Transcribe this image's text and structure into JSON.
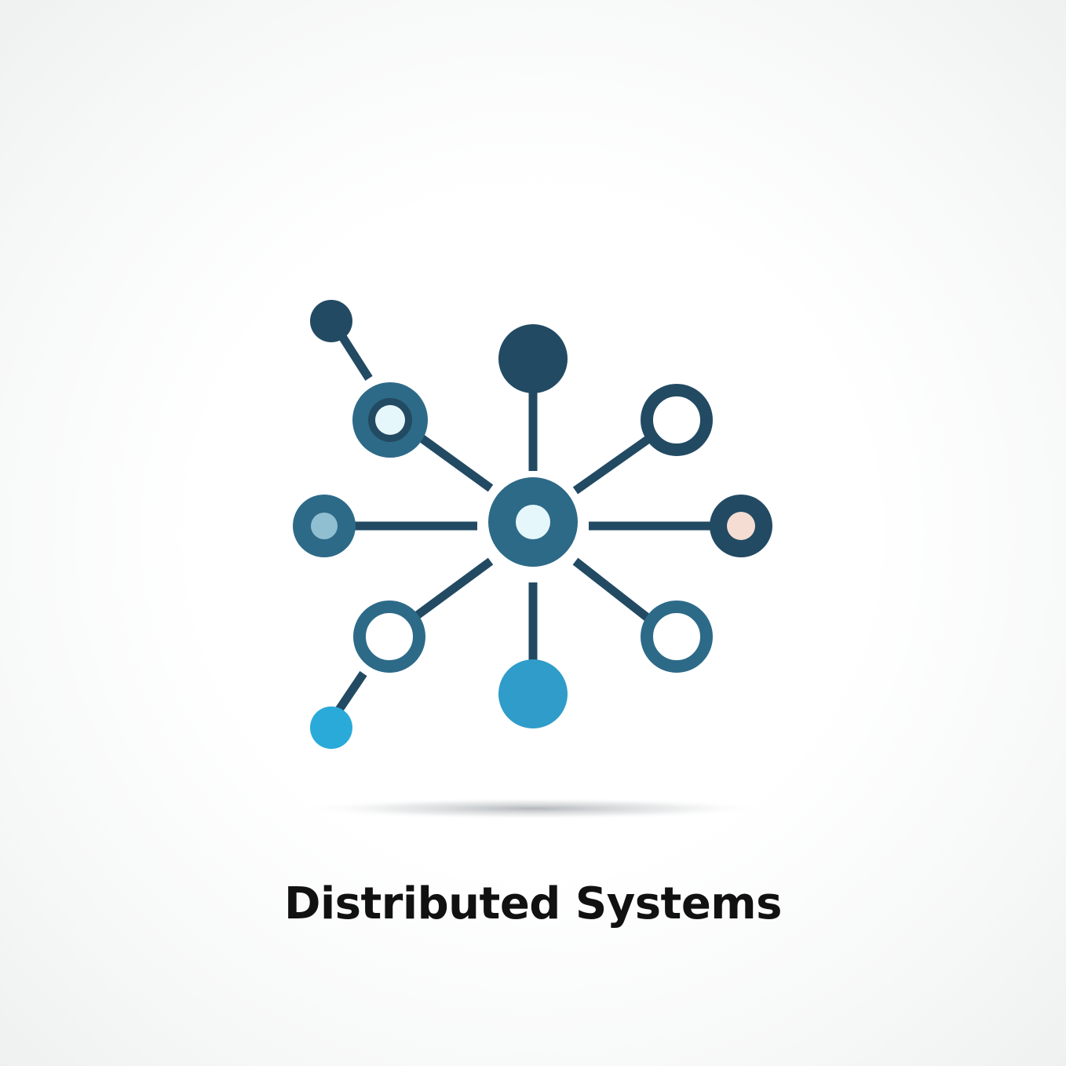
{
  "caption": "Distributed Systems",
  "colors": {
    "navy": "#234a63",
    "teal": "#2d6a88",
    "light_inner": "#e6f7fb",
    "pale_blue_inner": "#8fbfd0",
    "peach_inner": "#f5ddd3",
    "bright_blue": "#2aaad9",
    "medium_blue": "#2f9cc9",
    "caption_text": "#111111"
  },
  "nodes": [
    {
      "id": "hub",
      "style": "ring-filled-center",
      "color": "teal",
      "inner": "light_inner"
    },
    {
      "id": "top",
      "style": "solid",
      "color": "navy"
    },
    {
      "id": "bottom",
      "style": "solid",
      "color": "medium_blue"
    },
    {
      "id": "left",
      "style": "ring-filled-center",
      "color": "teal",
      "inner": "pale_blue_inner"
    },
    {
      "id": "right",
      "style": "ring-filled-center",
      "color": "navy",
      "inner": "peach_inner"
    },
    {
      "id": "upper-left",
      "style": "ring-filled-center",
      "color": "teal",
      "inner": "light_inner"
    },
    {
      "id": "upper-right",
      "style": "ring",
      "color": "navy"
    },
    {
      "id": "lower-left",
      "style": "ring",
      "color": "teal"
    },
    {
      "id": "lower-right",
      "style": "ring",
      "color": "teal"
    },
    {
      "id": "far-upper-left",
      "style": "solid",
      "color": "navy"
    },
    {
      "id": "far-lower-left",
      "style": "solid",
      "color": "bright_blue"
    }
  ]
}
